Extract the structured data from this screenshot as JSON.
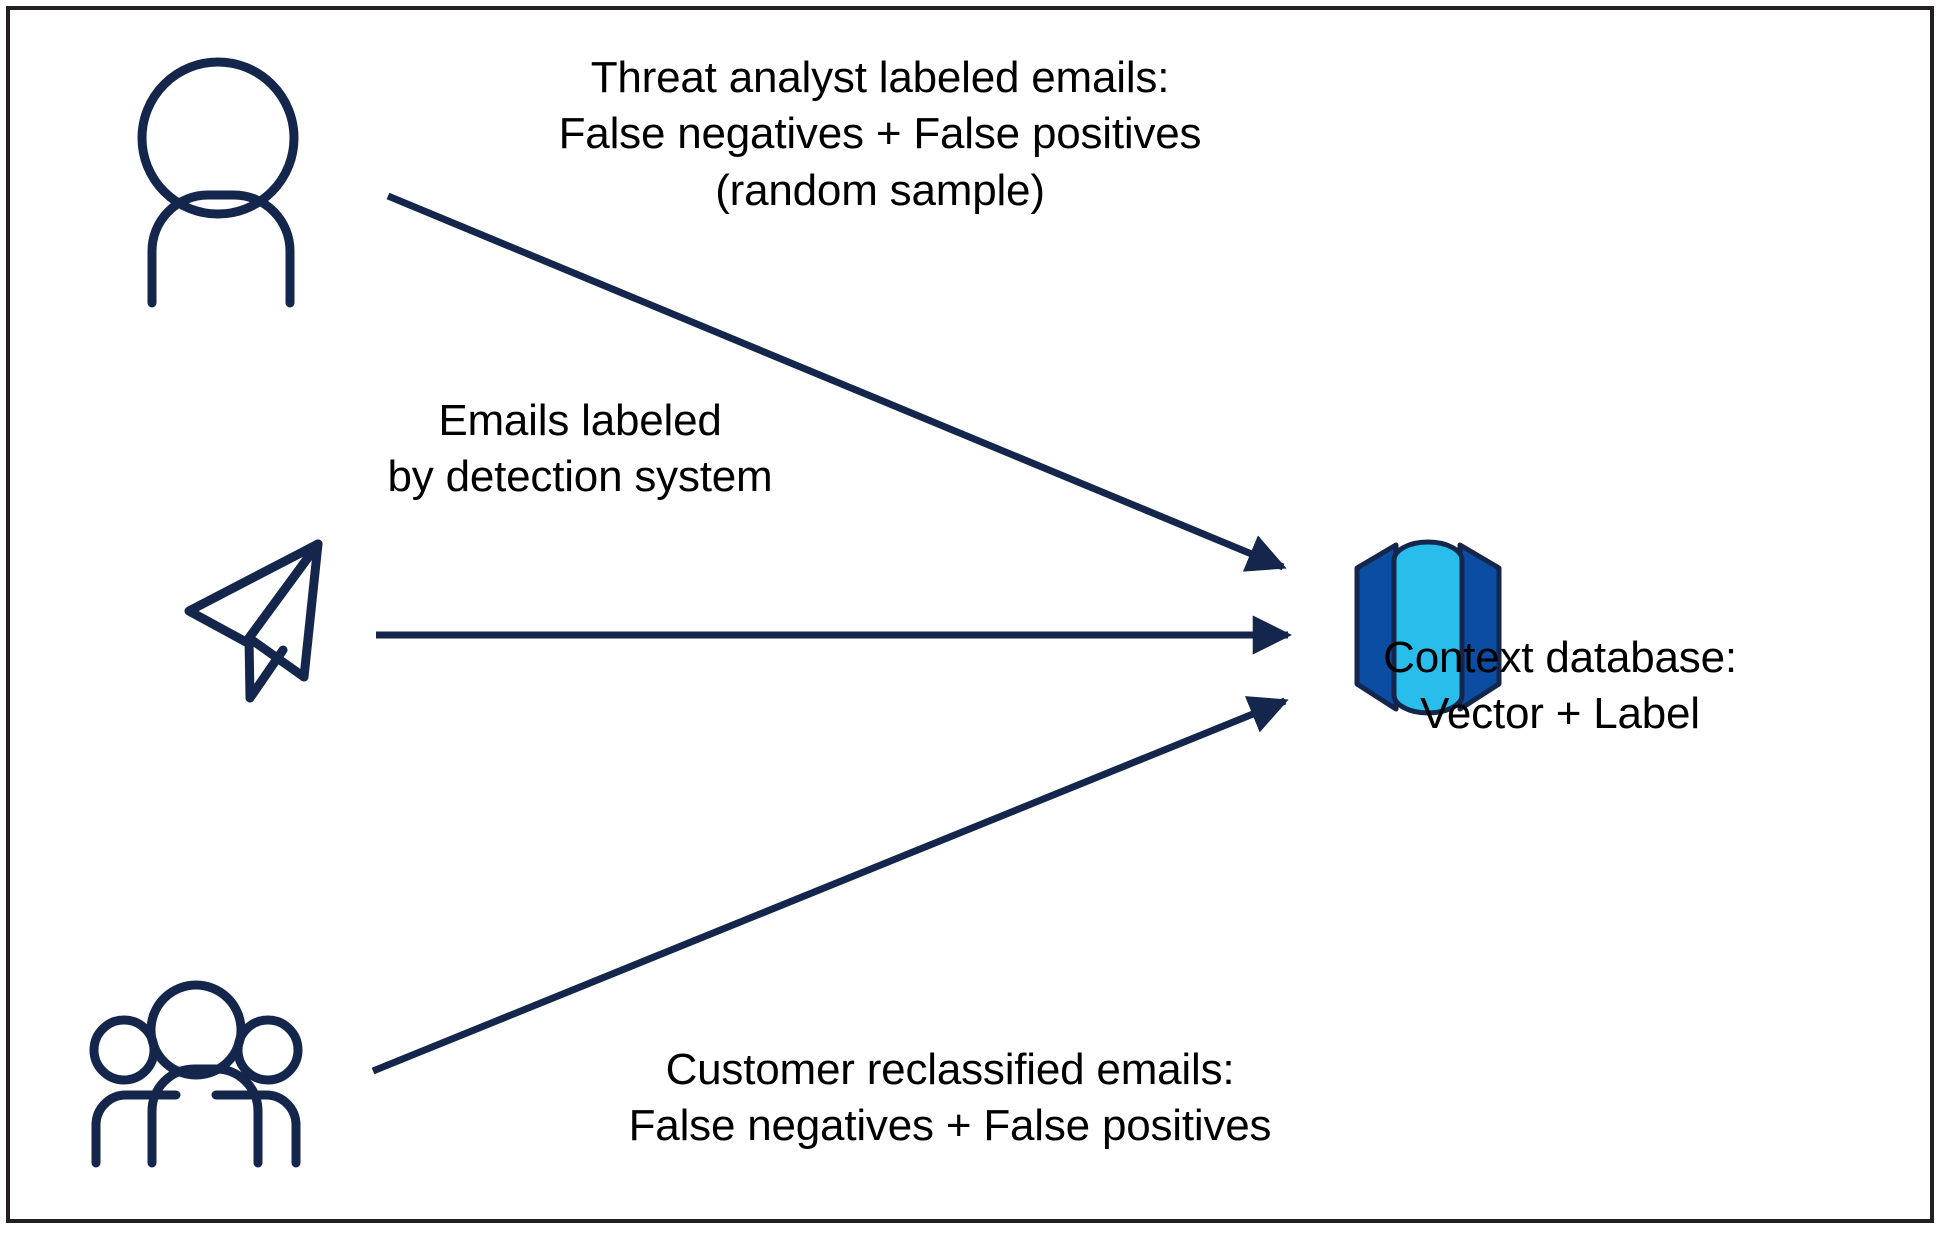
{
  "diagram": {
    "title": "Context database ingestion flow",
    "background_color": "#ffffff",
    "border_color": "#231f20",
    "icon_outline_color": "#14264c",
    "arrow_color": "#14264c",
    "database_body_color": "#29bdec",
    "database_wing_color": "#0b4da2",
    "text_color": "#000000"
  },
  "nodes": {
    "analyst": {
      "icon": "person-icon",
      "label_lines": [
        "Threat analyst labeled emails:",
        "False negatives + False positives",
        "(random sample)"
      ],
      "label_text": "Threat analyst labeled emails:\nFalse negatives + False positives\n(random sample)"
    },
    "detection_system": {
      "icon": "paper-plane-icon",
      "label_lines": [
        "Emails labeled",
        "by detection system"
      ],
      "label_text": "Emails labeled\nby detection system"
    },
    "customers": {
      "icon": "people-group-icon",
      "label_lines": [
        "Customer reclassified emails:",
        "False negatives + False positives"
      ],
      "label_text": "Customer reclassified emails:\nFalse negatives + False positives"
    },
    "context_database": {
      "icon": "database-icon",
      "label_lines": [
        "Context database:",
        "Vector + Label"
      ],
      "label_text": "Context database:\nVector + Label"
    }
  },
  "edges": [
    {
      "name": "analyst-to-database",
      "from": "analyst",
      "to": "context_database",
      "label": "Threat analyst labeled emails: False negatives + False positives (random sample)"
    },
    {
      "name": "detection-to-database",
      "from": "detection_system",
      "to": "context_database",
      "label": "Emails labeled by detection system"
    },
    {
      "name": "customers-to-database",
      "from": "customers",
      "to": "context_database",
      "label": "Customer reclassified emails: False negatives + False positives"
    }
  ]
}
